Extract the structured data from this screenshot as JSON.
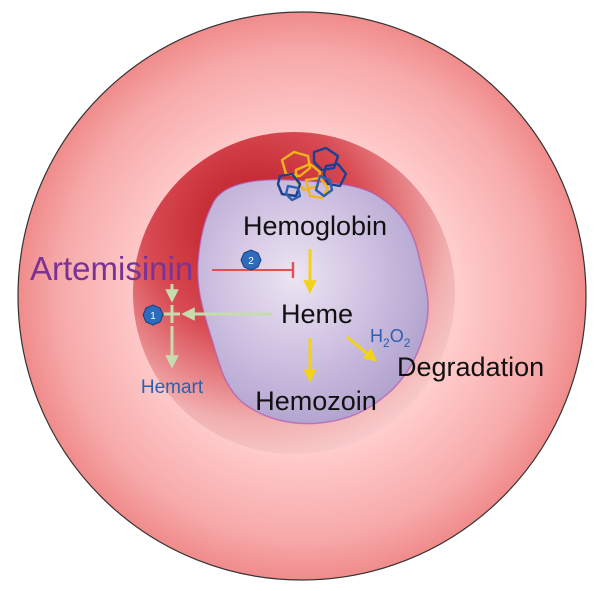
{
  "labels": {
    "hemoglobin": "Hemoglobin",
    "artemisinin": "Artemisinin",
    "heme": "Heme",
    "hemart": "Hemart",
    "hemozoin": "Hemozoin",
    "degradation": "Degradation",
    "h2o2_main": "H",
    "h2o2_sub1": "2",
    "h2o2_main2": "O",
    "h2o2_sub2": "2"
  },
  "badges": {
    "badge_1": "1",
    "badge_2": "2"
  },
  "colors": {
    "cell_outer": "#f7a8a8",
    "cell_ring": "#e8707a",
    "vacuole_rim": "#c8232c",
    "parasite_fill": "#c4b4d8",
    "artemisinin_text": "#7a3393",
    "blue_text": "#2c5fb0",
    "yellow_arrow": "#f2d21b",
    "green_line": "#c7dcae",
    "inhibit_red": "#e05050",
    "badge_blue": "#2d6bbf"
  },
  "icons": {
    "protein": "hemoglobin-protein-icon"
  }
}
